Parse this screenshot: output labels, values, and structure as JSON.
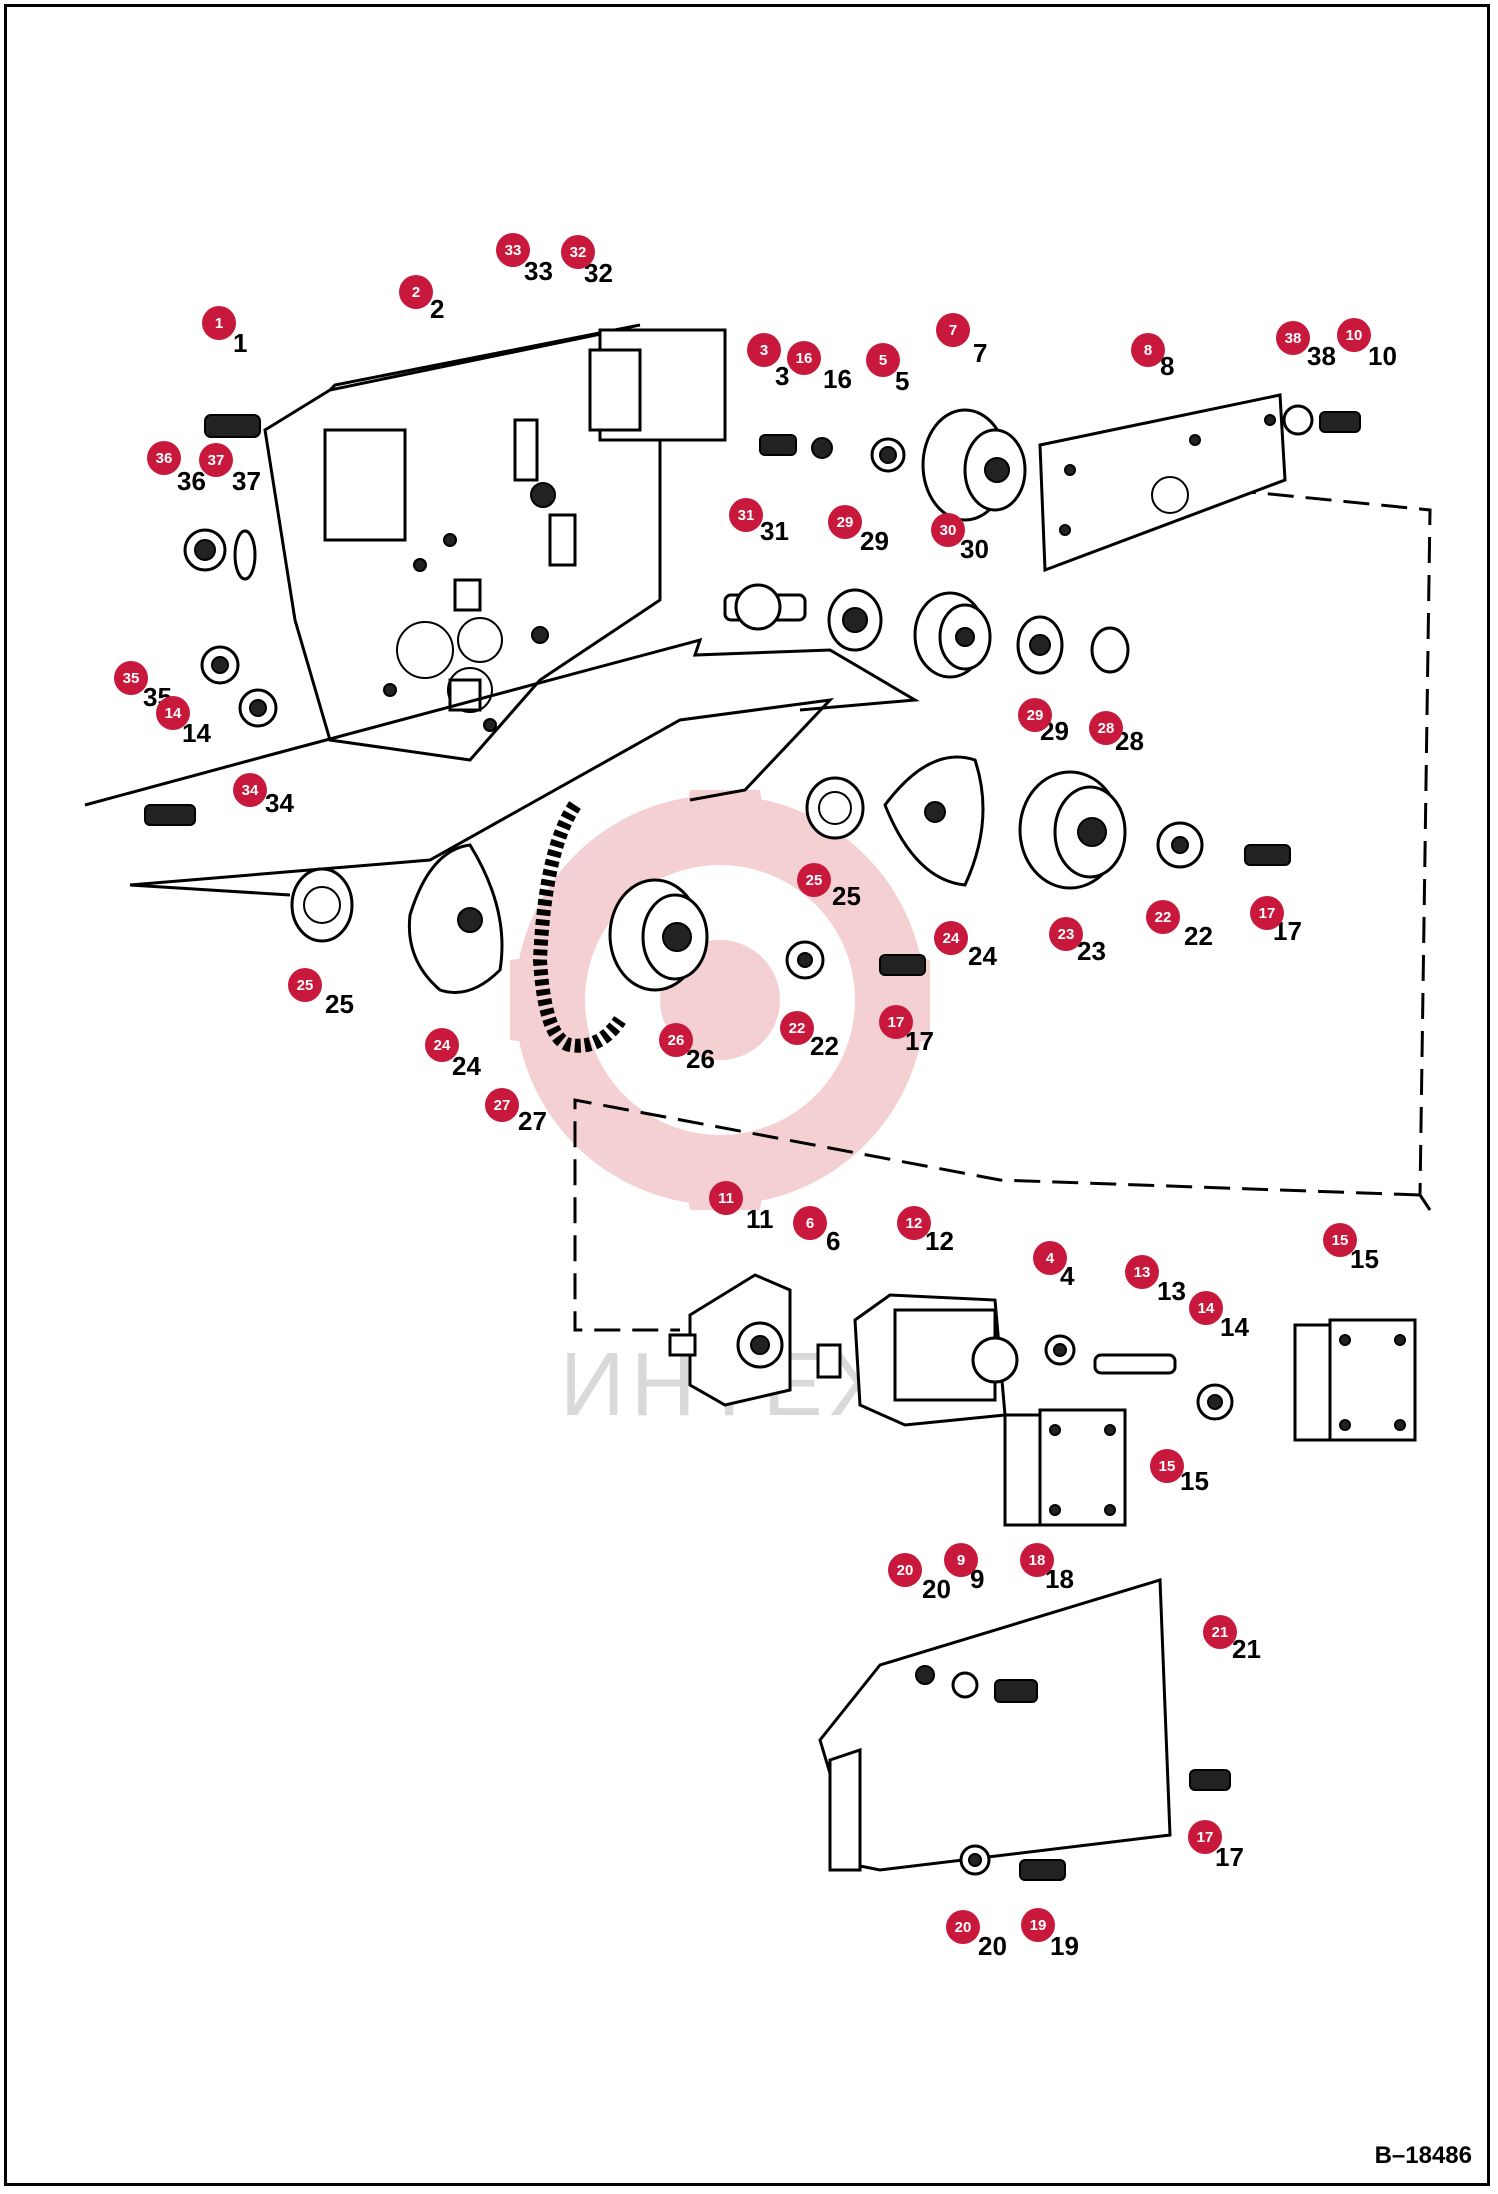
{
  "figure_ref": "B–18486",
  "watermark": "ИНТЕХ",
  "colors": {
    "badge": "#c8193c",
    "watermark": "#e8b9bd"
  },
  "callouts": [
    {
      "id": "c1",
      "num": "1"
    },
    {
      "id": "c2",
      "num": "2"
    },
    {
      "id": "c33",
      "num": "33"
    },
    {
      "id": "c32",
      "num": "32"
    },
    {
      "id": "c3",
      "num": "3"
    },
    {
      "id": "c16",
      "num": "16"
    },
    {
      "id": "c5",
      "num": "5"
    },
    {
      "id": "c7",
      "num": "7"
    },
    {
      "id": "c8",
      "num": "8"
    },
    {
      "id": "c38",
      "num": "38"
    },
    {
      "id": "c10",
      "num": "10"
    },
    {
      "id": "c36",
      "num": "36"
    },
    {
      "id": "c37",
      "num": "37"
    },
    {
      "id": "c31",
      "num": "31"
    },
    {
      "id": "c29a",
      "num": "29"
    },
    {
      "id": "c30",
      "num": "30"
    },
    {
      "id": "c29b",
      "num": "29"
    },
    {
      "id": "c28",
      "num": "28"
    },
    {
      "id": "c35",
      "num": "35"
    },
    {
      "id": "c14a",
      "num": "14"
    },
    {
      "id": "c34",
      "num": "34"
    },
    {
      "id": "c25a",
      "num": "25"
    },
    {
      "id": "c24a",
      "num": "24"
    },
    {
      "id": "c23",
      "num": "23"
    },
    {
      "id": "c22a",
      "num": "22"
    },
    {
      "id": "c17a",
      "num": "17"
    },
    {
      "id": "c25b",
      "num": "25"
    },
    {
      "id": "c24b",
      "num": "24"
    },
    {
      "id": "c26",
      "num": "26"
    },
    {
      "id": "c27",
      "num": "27"
    },
    {
      "id": "c22b",
      "num": "22"
    },
    {
      "id": "c17b",
      "num": "17"
    },
    {
      "id": "c11",
      "num": "11"
    },
    {
      "id": "c6",
      "num": "6"
    },
    {
      "id": "c12",
      "num": "12"
    },
    {
      "id": "c4",
      "num": "4"
    },
    {
      "id": "c13",
      "num": "13"
    },
    {
      "id": "c14b",
      "num": "14"
    },
    {
      "id": "c15a",
      "num": "15"
    },
    {
      "id": "c15b",
      "num": "15"
    },
    {
      "id": "c20a",
      "num": "20"
    },
    {
      "id": "c9",
      "num": "9"
    },
    {
      "id": "c18",
      "num": "18"
    },
    {
      "id": "c21",
      "num": "21"
    },
    {
      "id": "c17c",
      "num": "17"
    },
    {
      "id": "c20b",
      "num": "20"
    },
    {
      "id": "c19",
      "num": "19"
    }
  ]
}
